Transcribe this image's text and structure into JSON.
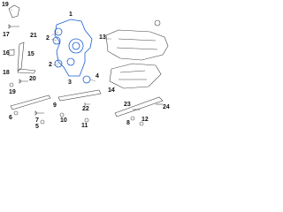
{
  "diagram": {
    "callouts": [
      {
        "id": "c19a",
        "text": "19"
      },
      {
        "id": "c17",
        "text": "17"
      },
      {
        "id": "c1",
        "text": "1"
      },
      {
        "id": "c2",
        "text": "2"
      },
      {
        "id": "c21",
        "text": "21"
      },
      {
        "id": "c4",
        "text": "4"
      },
      {
        "id": "c3",
        "text": "3"
      },
      {
        "id": "c16",
        "text": "16"
      },
      {
        "id": "c15",
        "text": "15"
      },
      {
        "id": "c18",
        "text": "18"
      },
      {
        "id": "c19b",
        "text": "19"
      },
      {
        "id": "c20",
        "text": "20"
      },
      {
        "id": "c2b",
        "text": "2"
      },
      {
        "id": "c13",
        "text": "13"
      },
      {
        "id": "c14",
        "text": "14"
      },
      {
        "id": "c6",
        "text": "6"
      },
      {
        "id": "c10",
        "text": "10"
      },
      {
        "id": "c7",
        "text": "7"
      },
      {
        "id": "c11",
        "text": "11"
      },
      {
        "id": "c5",
        "text": "5"
      },
      {
        "id": "c8",
        "text": "8"
      },
      {
        "id": "c9",
        "text": "9"
      },
      {
        "id": "c22",
        "text": "22"
      },
      {
        "id": "c12",
        "text": "12"
      },
      {
        "id": "c23",
        "text": "23"
      },
      {
        "id": "c24",
        "text": "24"
      }
    ],
    "highlight_color": "#1a5fd0",
    "line_color": "#444444"
  }
}
